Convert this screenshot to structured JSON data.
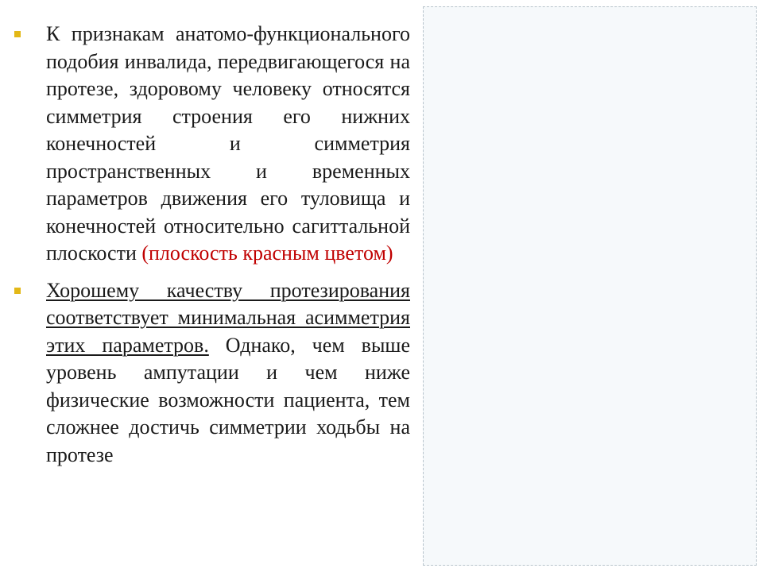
{
  "bullets": [
    {
      "text_before": "К признакам анатомо-функционального подобия инвалида, передвигающегося на протезе, здоровому человеку относятся симметрия строения его нижних конечностей и симметрия пространственных и временных параметров движения его туловища и конечностей относительно сагиттальной плоскости ",
      "text_accent": "(плоскость красным цветом)"
    },
    {
      "text_underlined": "Хорошему качеству протезирования соответствует минимальная асимметрия этих параметров.",
      "text_after": " Однако, чем выше уровень ампутации и чем ниже физические возможности пациента, тем сложнее достичь симметрии ходьбы на протезе"
    }
  ],
  "colors": {
    "bullet_marker": "#e3b817",
    "accent_text": "#c00000",
    "body_text": "#1a1a1a"
  }
}
